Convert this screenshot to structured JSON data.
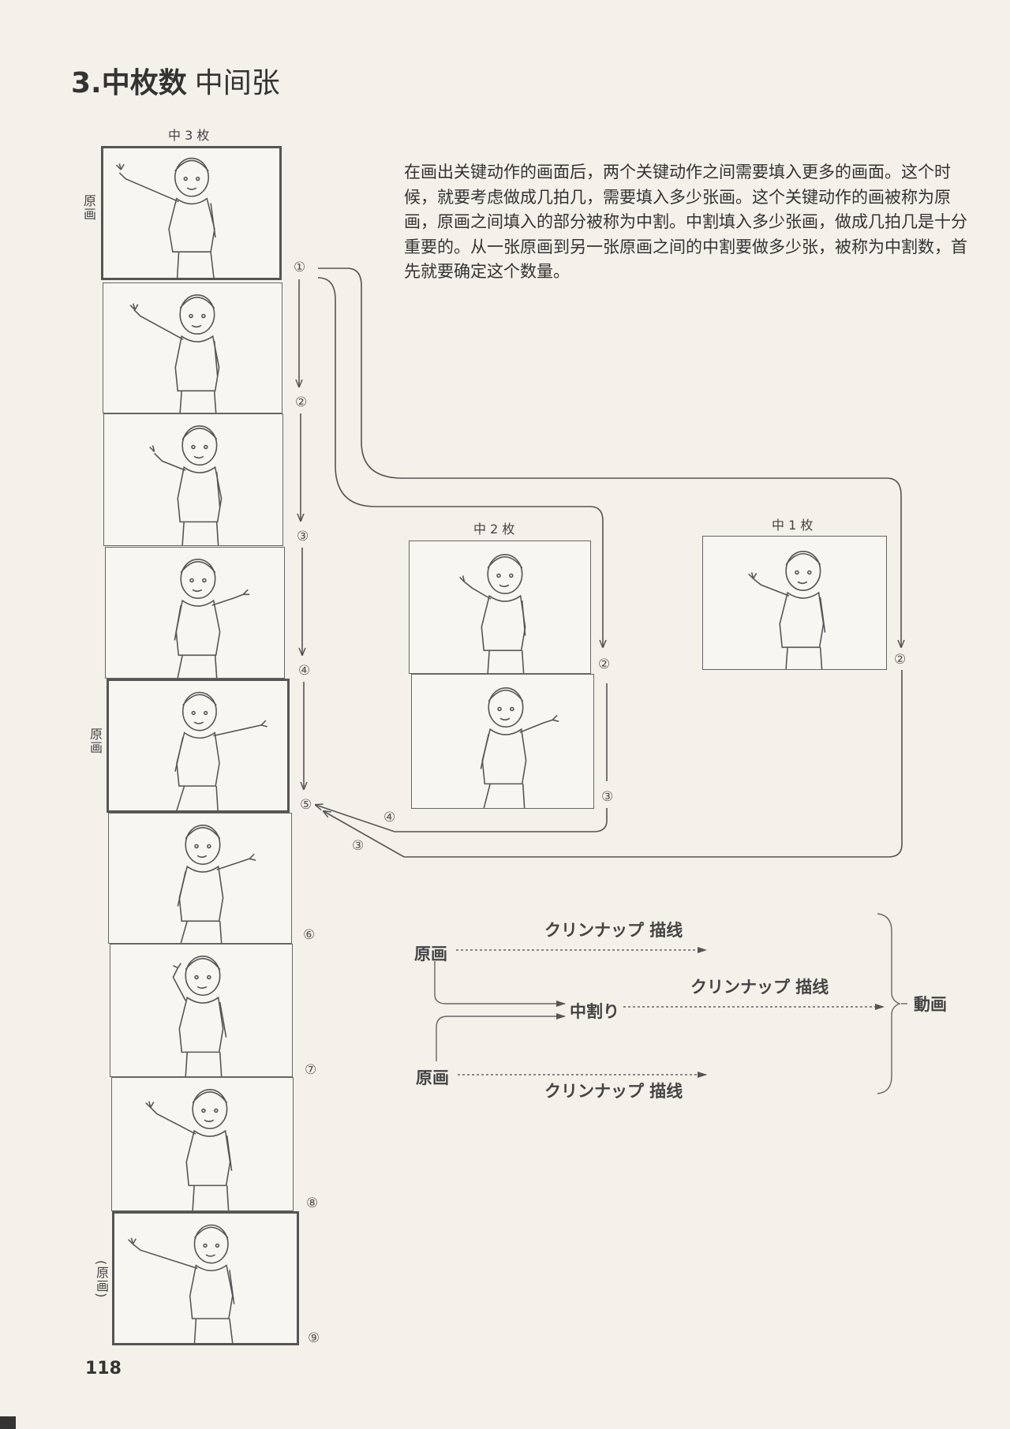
{
  "section": {
    "number": "3.",
    "title_jp": "中枚数",
    "title_cn": "中间张"
  },
  "paragraph": "在画出关键动作的画面后，两个关键动作之间需要填入更多的画面。这个时候，就要考虑做成几拍几，需要填入多少张画。这个关键动作的画被称为原画，原画之间填入的部分被称为中割。中割填入多少张画，做成几拍几是十分重要的。从一张原画到另一张原画之间的中割要做多少张，被称为中割数，首先就要确定这个数量。",
  "labels": {
    "col3": "中 3 枚",
    "col2": "中 2 枚",
    "col1": "中 1 枚",
    "genga": "原画",
    "genga_paren": "(原画)"
  },
  "numbers": {
    "n1": "①",
    "n2": "②",
    "n3": "③",
    "n4": "④",
    "n5": "⑤",
    "n6": "⑥",
    "n7": "⑦",
    "n8": "⑧",
    "n9": "⑨"
  },
  "flow": {
    "cleanup": "クリンナップ 描线",
    "genga": "原画",
    "nakawari": "中割り",
    "douga": "動画"
  },
  "page_number": "118"
}
